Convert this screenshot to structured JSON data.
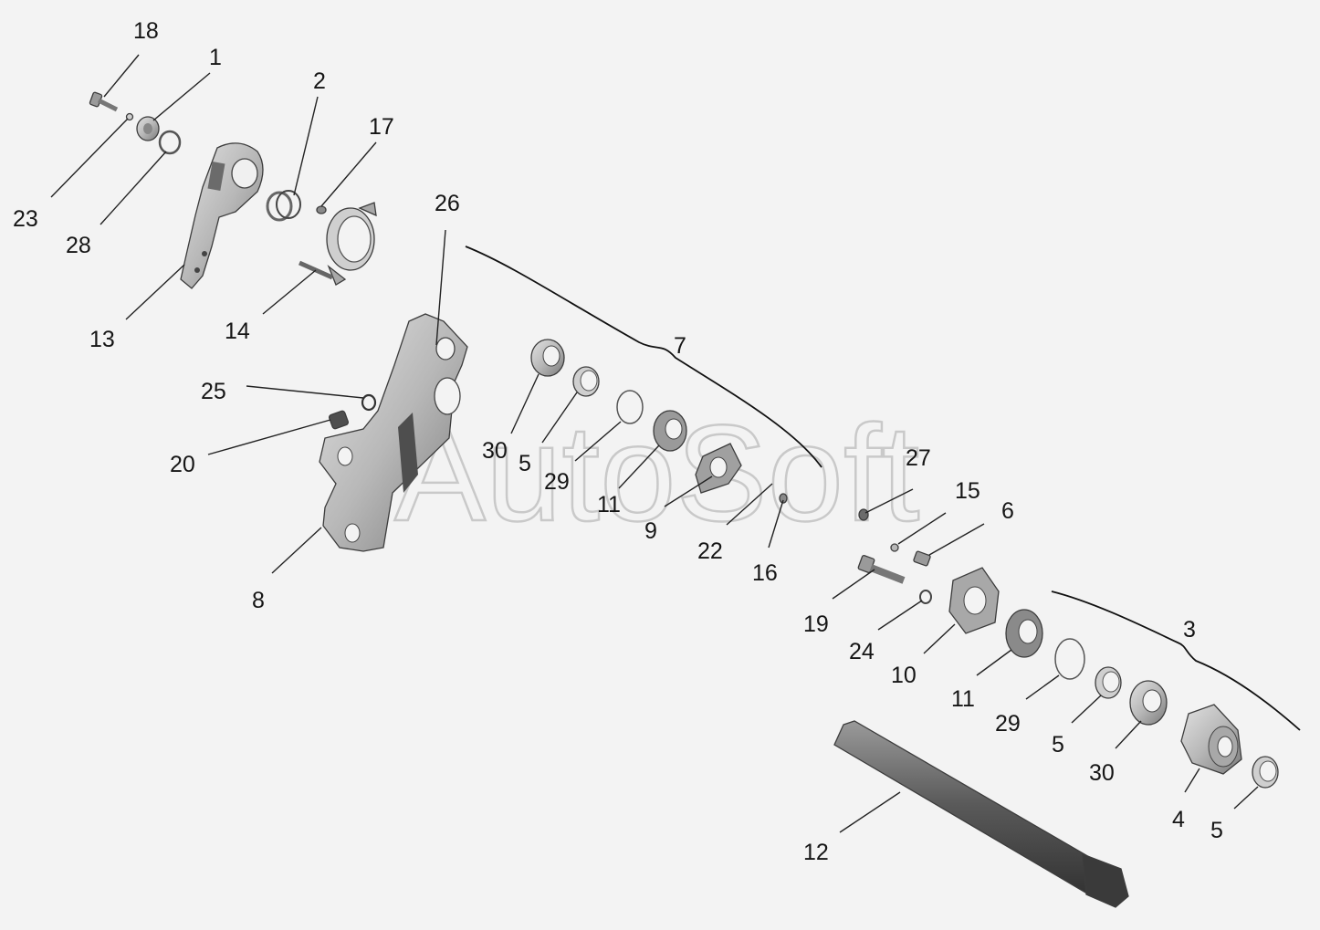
{
  "watermark": "AutoSoft",
  "colors": {
    "background": "#f3f3f3",
    "part_light": "#cfcfcf",
    "part_mid": "#a8a8a8",
    "part_dark": "#6b6b6b",
    "outline": "#3c3c3c"
  },
  "callouts": {
    "c1": "1",
    "c2": "2",
    "c3": "3",
    "c4": "4",
    "c5a": "5",
    "c5b": "5",
    "c5c": "5",
    "c6": "6",
    "c7": "7",
    "c8": "8",
    "c9": "9",
    "c10": "10",
    "c11a": "11",
    "c11b": "11",
    "c12": "12",
    "c13": "13",
    "c14": "14",
    "c15": "15",
    "c16": "16",
    "c17": "17",
    "c18": "18",
    "c19": "19",
    "c20": "20",
    "c22": "22",
    "c23": "23",
    "c24": "24",
    "c25": "25",
    "c26": "26",
    "c27": "27",
    "c28": "28",
    "c29a": "29",
    "c29b": "29",
    "c30a": "30",
    "c30b": "30"
  }
}
